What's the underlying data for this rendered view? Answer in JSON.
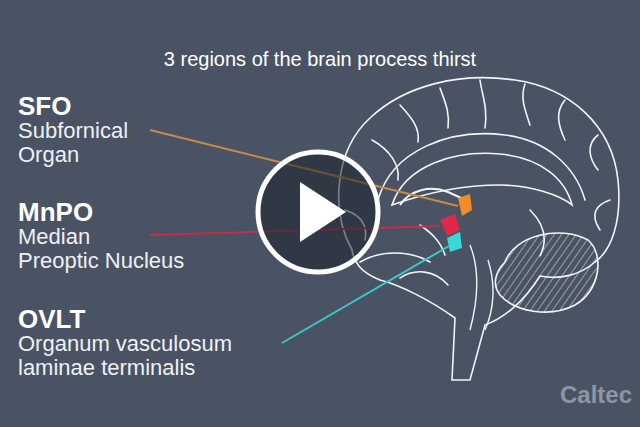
{
  "diagram": {
    "title": "3 regions of the brain process thirst",
    "labels": [
      "SFO",
      "Subfornical Organ",
      "MnPO",
      "Median Preoptic Nucleus",
      "OVLT",
      "Organum vasculosum laminae terminalis",
      "Caltec"
    ]
  }
}
